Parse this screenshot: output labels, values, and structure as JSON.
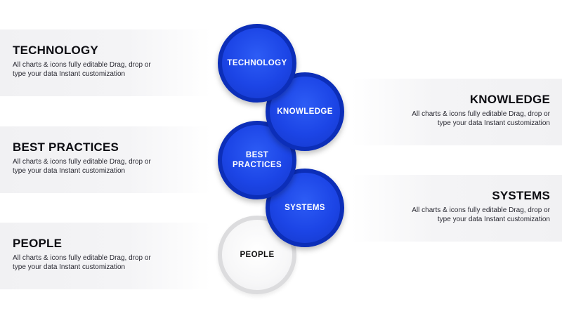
{
  "left_items": [
    {
      "title": "TECHNOLOGY",
      "description": "All charts & icons fully editable Drag, drop or type your data Instant customization"
    },
    {
      "title": "BEST PRACTICES",
      "description": "All charts & icons fully editable Drag, drop or type your data Instant customization"
    },
    {
      "title": "PEOPLE",
      "description": "All charts & icons fully editable Drag, drop or type your data Instant customization"
    }
  ],
  "right_items": [
    {
      "title": "KNOWLEDGE",
      "description": "All charts & icons fully editable Drag, drop or type your data Instant customization"
    },
    {
      "title": "SYSTEMS",
      "description": "All charts & icons fully editable Drag, drop or type your data Instant customization"
    }
  ],
  "nodes": [
    {
      "label": "TECHNOLOGY"
    },
    {
      "label": "KNOWLEDGE"
    },
    {
      "label": "BEST\nPRACTICES"
    },
    {
      "label": "SYSTEMS"
    },
    {
      "label": "PEOPLE"
    }
  ],
  "colors": {
    "node_blue": "#1c45e6",
    "node_blue_border": "#0c2eb8",
    "node_grey": "#f7f7f8",
    "band_grey": "#f1f1f3",
    "title_text": "#0d0d12"
  }
}
